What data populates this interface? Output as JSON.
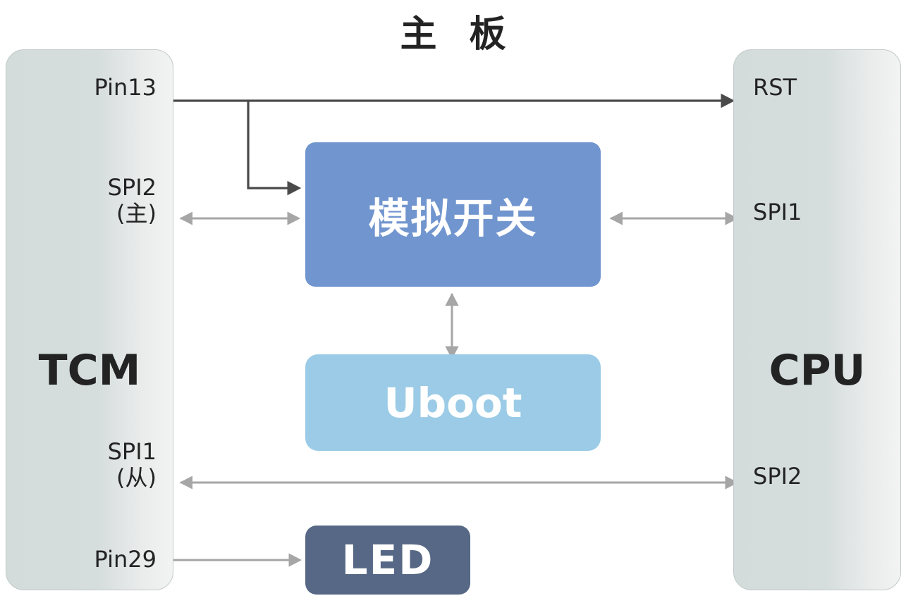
{
  "diagram": {
    "title": "主 板",
    "title_plain": "主板",
    "background": "#ffffff"
  },
  "left_chip": {
    "name": "TCM",
    "fill_start": "#d3dbdb",
    "fill_end": "#f2f3f3",
    "border": "#c3c9c9",
    "pins": [
      {
        "id": "pin13",
        "label": "Pin13"
      },
      {
        "id": "spi2",
        "label": "SPI2\n(主)"
      },
      {
        "id": "spi1",
        "label": "SPI1\n(从)"
      },
      {
        "id": "pin29",
        "label": "Pin29"
      }
    ]
  },
  "right_chip": {
    "name": "CPU",
    "fill_start": "#d3dbdb",
    "fill_end": "#f2f3f3",
    "border": "#c3c9c9",
    "pins": [
      {
        "id": "rst",
        "label": "RST"
      },
      {
        "id": "spi1",
        "label": "SPI1"
      },
      {
        "id": "spi2",
        "label": "SPI2"
      }
    ]
  },
  "blocks": [
    {
      "id": "switch",
      "label": "模拟开关",
      "color": "#7195CE",
      "text_color": "#ffffff"
    },
    {
      "id": "uboot",
      "label": "Uboot",
      "color": "#9BCBE6",
      "text_color": "#ffffff"
    },
    {
      "id": "led",
      "label": "LED",
      "color": "#566885",
      "text_color": "#ffffff"
    }
  ],
  "connectors": [
    {
      "id": "pin13-to-rst",
      "from": "TCM Pin13",
      "to": "CPU RST",
      "style": "single-arrow",
      "color": "#4a4a4a"
    },
    {
      "id": "pin13-to-switch",
      "from": "TCM Pin13",
      "to": "模拟开关",
      "style": "single-arrow-elbow",
      "color": "#4a4a4a"
    },
    {
      "id": "spi2-to-switch",
      "from": "TCM SPI2 (主)",
      "to": "模拟开关",
      "style": "double-arrow",
      "color": "#a6a6a6"
    },
    {
      "id": "switch-to-cpu-spi1",
      "from": "模拟开关",
      "to": "CPU SPI1",
      "style": "double-arrow",
      "color": "#a6a6a6"
    },
    {
      "id": "switch-to-uboot",
      "from": "模拟开关",
      "to": "Uboot",
      "style": "double-arrow-vertical",
      "color": "#a6a6a6"
    },
    {
      "id": "tcm-spi1-to-cpu-spi2",
      "from": "TCM SPI1 (从)",
      "to": "CPU SPI2",
      "style": "double-arrow",
      "color": "#a6a6a6"
    },
    {
      "id": "pin29-to-led",
      "from": "TCM Pin29",
      "to": "LED",
      "style": "single-arrow",
      "color": "#a6a6a6"
    }
  ]
}
